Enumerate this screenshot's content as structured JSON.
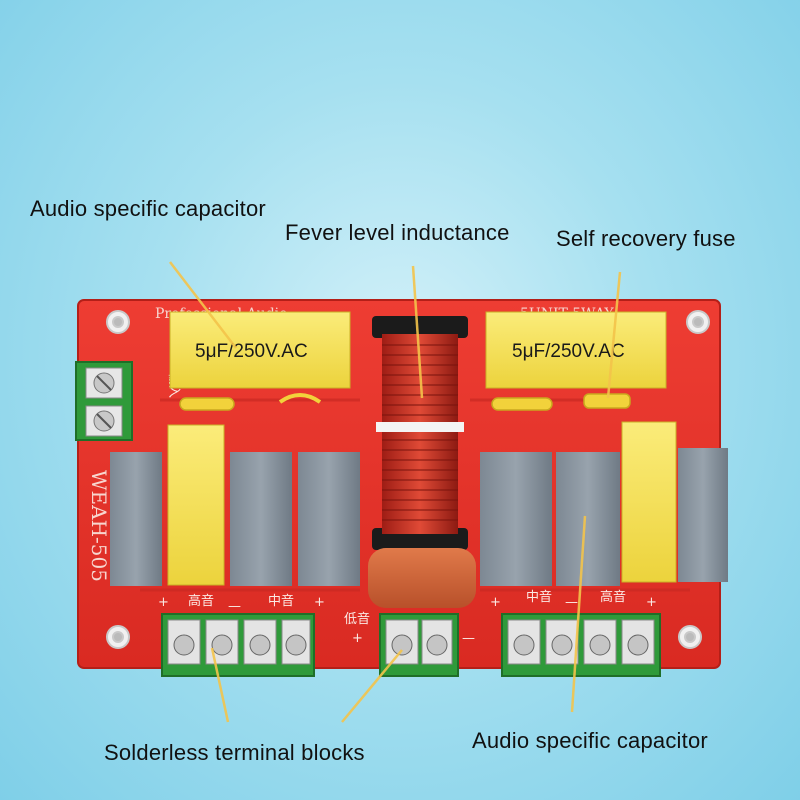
{
  "callouts": {
    "cap_top_left": "Audio specific capacitor",
    "inductance": "Fever level inductance",
    "fuse": "Self recovery fuse",
    "terminals": "Solderless terminal blocks",
    "cap_bottom_right": "Audio specific capacitor"
  },
  "board": {
    "capacitor_left_value": "5μF/250V.AC",
    "capacitor_right_value": "5μF/250V.AC",
    "silk_top_left": "Professional Audio",
    "silk_top_right": "5UNIT 5WAY",
    "model": "WEAH-505",
    "input_label": "输入",
    "label_high_left": "高音",
    "label_mid_left": "中音",
    "label_low": "低音",
    "label_mid_right": "中音",
    "label_high_right": "高音",
    "plus": "+",
    "minus": "—"
  },
  "colors": {
    "background": "#a6e0f0",
    "pcb": "#e8342c",
    "capacitor_yellow": "#f4e15a",
    "relay_gray": "#8a95a0",
    "terminal_green": "#2f9a3a",
    "inductor_copper": "#c0281c"
  }
}
